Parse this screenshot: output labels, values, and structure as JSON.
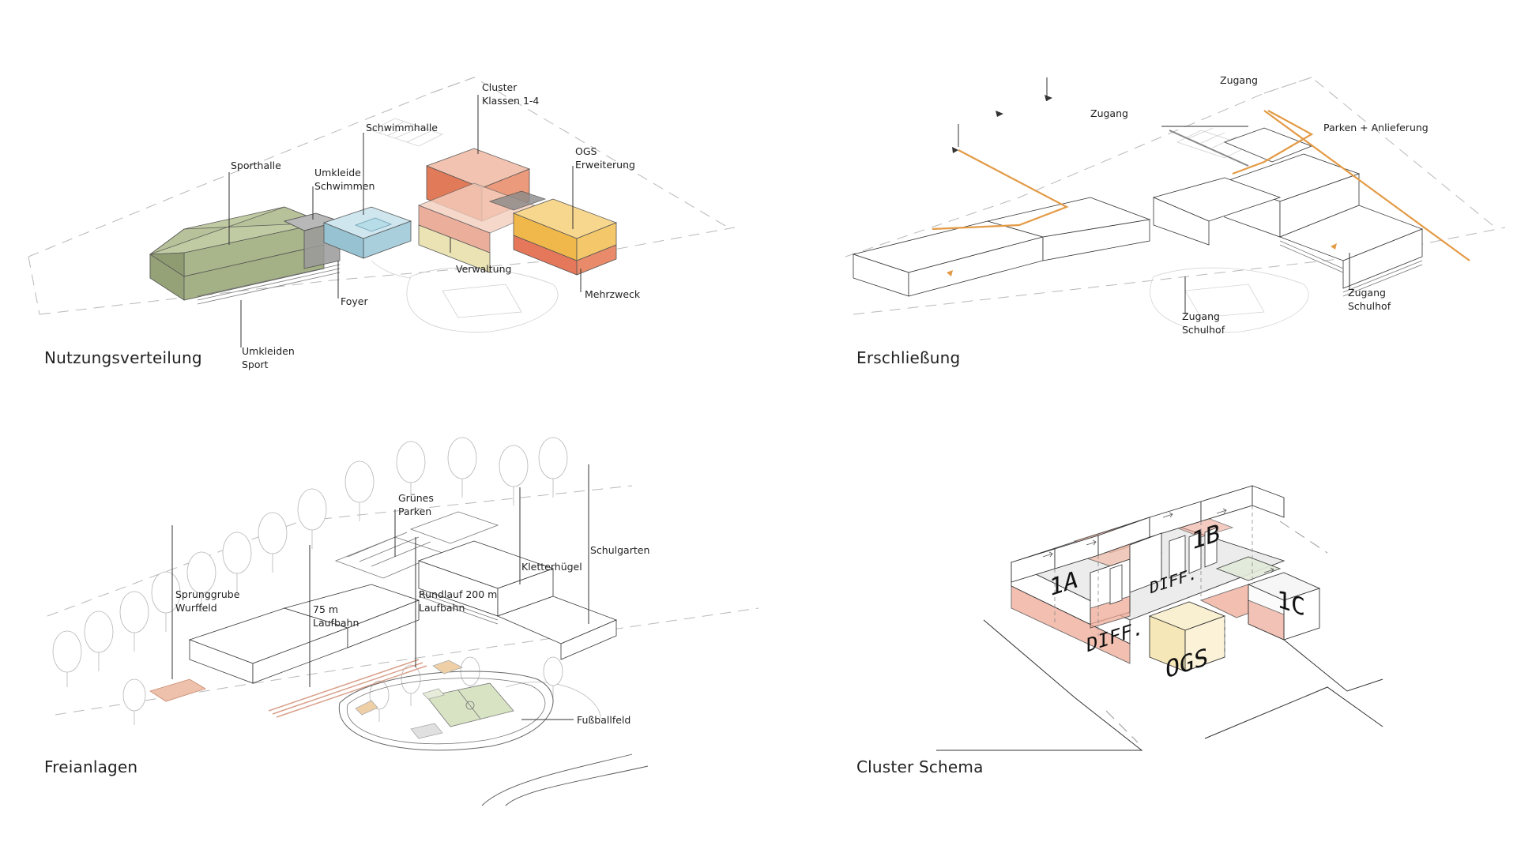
{
  "colors": {
    "sport": "#a9b58b",
    "swim": "#a9cfdc",
    "foyer": "#9a9a9a",
    "cluster": "#e07a58",
    "ogs": "#f0b84a",
    "verwaltung": "#dfd49a",
    "access": "#e39a45",
    "cluster_pink": "#eeaa98",
    "ogs_yellow": "#f5e7b8",
    "field_green": "#d8e3c4"
  },
  "panels": {
    "nutzung": {
      "title": "Nutzungsverteilung",
      "labels": {
        "sporthalle": [
          "Sporthalle"
        ],
        "umkleide_schwimmen": [
          "Umkleide",
          "Schwimmen"
        ],
        "schwimmhalle": [
          "Schwimmhalle"
        ],
        "cluster": [
          "Cluster",
          "Klassen 1-4"
        ],
        "ogs": [
          "OGS",
          "Erweiterung"
        ],
        "verwaltung": [
          "Verwaltung"
        ],
        "mehrzweck": [
          "Mehrzweck"
        ],
        "foyer": [
          "Foyer"
        ],
        "umkleiden_sport": [
          "Umkleiden",
          "Sport"
        ]
      }
    },
    "erschliessung": {
      "title": "Erschließung",
      "labels": {
        "zugang_top": [
          "Zugang"
        ],
        "zugang_left": [
          "Zugang"
        ],
        "parken": [
          "Parken + Anlieferung"
        ],
        "zugang_schulhof_1": [
          "Zugang",
          "Schulhof"
        ],
        "zugang_schulhof_2": [
          "Zugang",
          "Schulhof"
        ]
      }
    },
    "freianlagen": {
      "title": "Freianlagen",
      "labels": {
        "gruenes_parken": [
          "Grünes",
          "Parken"
        ],
        "schulgarten": [
          "Schulgarten"
        ],
        "kletterhuegel": [
          "Kletterhügel"
        ],
        "sprunggrube": [
          "Sprunggrube",
          "Wurffeld"
        ],
        "laufbahn75": [
          "75 m",
          "Laufbahn"
        ],
        "rundlauf": [
          "Rundlauf 200 m",
          "Laufbahn"
        ],
        "fussballfeld": [
          "Fußballfeld"
        ]
      }
    },
    "cluster": {
      "title": "Cluster Schema",
      "rooms": {
        "r1a": "1A",
        "r1b": "1B",
        "r1c": "1C",
        "diff1": "DIFF.",
        "diff2": "DIFF.",
        "ogs": "OGS"
      }
    }
  }
}
